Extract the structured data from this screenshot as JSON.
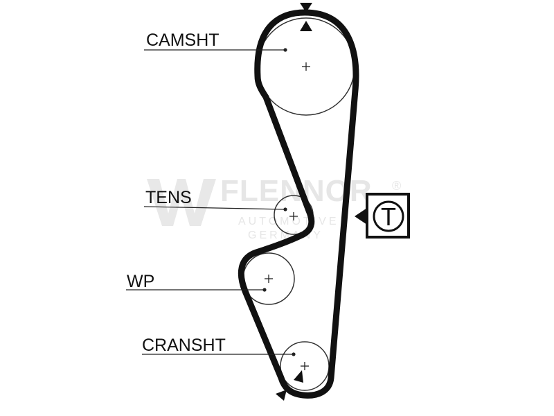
{
  "labels": {
    "camshaft": "CAMSHT",
    "tensioner": "TENS",
    "water_pump": "WP",
    "crankshaft": "CRANSHT",
    "timing_marker": "T"
  },
  "watermark": {
    "brand": "FLENNOR",
    "registered": "®",
    "line1": "AUTOMOTIVE",
    "line2": "GERMANY"
  },
  "colors": {
    "belt": "#111111",
    "pulley": "#333333",
    "watermark": "#e6e6e6"
  },
  "icons": {
    "timing_arrow": "triangle-left-icon",
    "alignment_mark": "triangle-marker-icon"
  }
}
